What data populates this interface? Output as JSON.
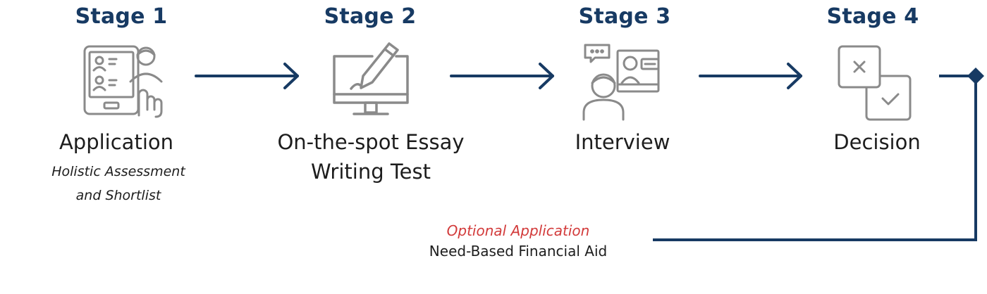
{
  "stages": [
    {
      "title": "Stage 1",
      "label": "Application",
      "sub_lines": [
        "Holistic Assessment",
        "and Shortlist"
      ],
      "icon": "online-application-icon"
    },
    {
      "title": "Stage 2",
      "label_lines": [
        "On-the-spot Essay",
        "Writing Test"
      ],
      "icon": "computer-writing-icon"
    },
    {
      "title": "Stage 3",
      "label": "Interview",
      "icon": "video-interview-icon"
    },
    {
      "title": "Stage 4",
      "label": "Decision",
      "icon": "decision-icon"
    }
  ],
  "optional": {
    "label": "Optional Application",
    "sub": "Need-Based Financial Aid"
  },
  "colors": {
    "navy": "#173a63",
    "icon_gray": "#8a8a8a",
    "optional_red": "#d23a3a",
    "text": "#1d1d1d"
  }
}
